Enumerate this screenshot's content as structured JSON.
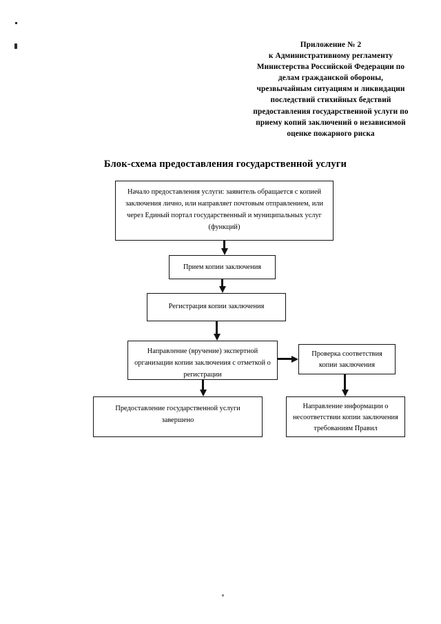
{
  "document": {
    "appendix_header": {
      "lines": [
        "Приложение № 2",
        "к Административному регламенту",
        "Министерства Российской Федерации по",
        "делам гражданской обороны,",
        "чрезвычайным ситуациям и ликвидации",
        "последствий стихийных бедствий",
        "предоставления государственной услуги по",
        "приему копий заключений о независимой",
        "оценке пожарного риска"
      ]
    },
    "chart_title": "Блок-схема предоставления государственной услуги"
  },
  "flowchart": {
    "nodes": [
      {
        "id": "start",
        "text": "Начало предоставления услуги: заявитель обращается с копией заключения лично, или направляет почтовым отправлением, или через Единый портал государственный и муниципальных услуг (функций)"
      },
      {
        "id": "accept",
        "text": "Прием копии заключения"
      },
      {
        "id": "registration",
        "text": "Регистрация копии заключения"
      },
      {
        "id": "send-to-expert",
        "text": "Направление (вручение) экспертной организации копии заключения с отметкой о регистрации"
      },
      {
        "id": "check-compliance",
        "text": "Проверка соответствия копии заключения"
      },
      {
        "id": "service-completed",
        "text": "Предоставление государственной услуги завершено"
      },
      {
        "id": "mismatch-notice",
        "text": "Направление информации о несоответствии копии заключения требованиям Правил"
      }
    ]
  }
}
